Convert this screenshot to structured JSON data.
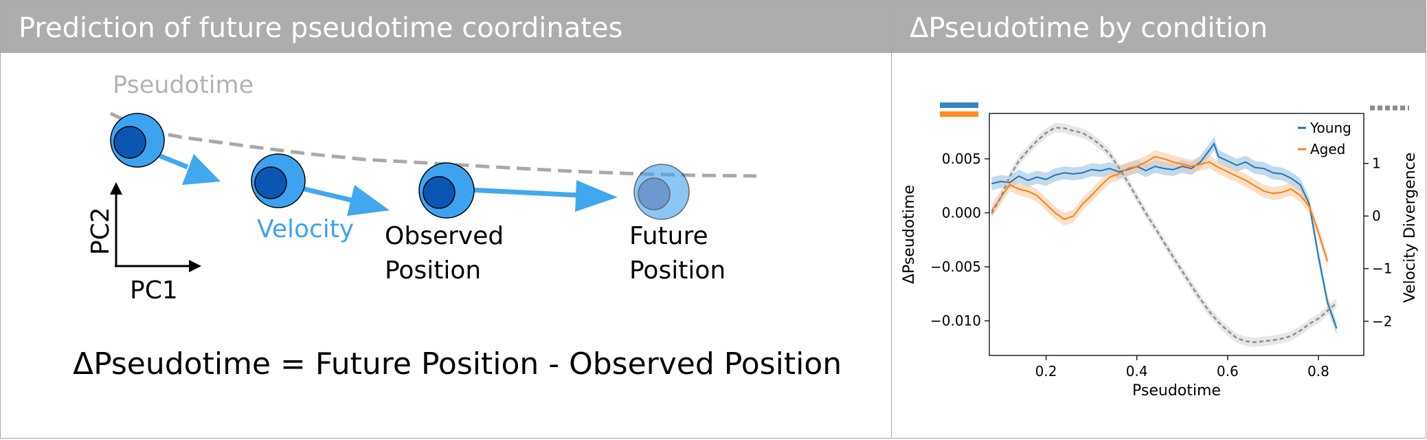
{
  "left_panel": {
    "title": "Prediction of future pseudotime coordinates",
    "labels": {
      "pseudotime": "Pseudotime",
      "velocity": "Velocity",
      "observed_line1": "Observed",
      "observed_line2": "Position",
      "future_line1": "Future",
      "future_line2": "Position",
      "pc1": "PC1",
      "pc2": "PC2"
    },
    "equation": "ΔPseudotime = Future Position - Observed Position",
    "colors": {
      "cell_outer": "#3da3f0",
      "cell_inner": "#0b56b3",
      "arrow": "#41a8ef",
      "guide": "#a9a9a9"
    }
  },
  "right_panel": {
    "title": "ΔPseudotime by condition",
    "chart_data": {
      "type": "line",
      "xlabel": "Pseudotime",
      "ylabel": "ΔPseudotime",
      "y2label": "Velocity Divergence",
      "xlim": [
        0.075,
        0.9
      ],
      "ylim": [
        -0.0132,
        0.0092
      ],
      "y2lim": [
        -2.65,
        1.95
      ],
      "xticks": [
        "0.2",
        "0.4",
        "0.6",
        "0.8"
      ],
      "yticks": [
        "0.005",
        "0.000",
        "−0.005",
        "−0.010"
      ],
      "y2ticks": [
        "1",
        "0",
        "−1",
        "−2"
      ],
      "legend_position": "top-right",
      "series": [
        {
          "name": "Young",
          "color": "#1f77b4",
          "band_color": "#8fbbe0",
          "x": [
            0.08,
            0.1,
            0.12,
            0.14,
            0.16,
            0.18,
            0.2,
            0.22,
            0.24,
            0.26,
            0.28,
            0.3,
            0.32,
            0.34,
            0.36,
            0.38,
            0.4,
            0.42,
            0.44,
            0.46,
            0.48,
            0.5,
            0.52,
            0.54,
            0.56,
            0.57,
            0.58,
            0.6,
            0.62,
            0.64,
            0.66,
            0.68,
            0.7,
            0.72,
            0.74,
            0.76,
            0.78,
            0.8,
            0.82,
            0.84
          ],
          "y": [
            0.0027,
            0.0029,
            0.0028,
            0.0034,
            0.003,
            0.0033,
            0.0031,
            0.0035,
            0.0037,
            0.0036,
            0.0037,
            0.004,
            0.0039,
            0.0041,
            0.0038,
            0.004,
            0.0043,
            0.0039,
            0.0043,
            0.0041,
            0.004,
            0.0043,
            0.0041,
            0.0047,
            0.0058,
            0.0064,
            0.0052,
            0.0048,
            0.0044,
            0.0047,
            0.0042,
            0.0041,
            0.0037,
            0.0036,
            0.0032,
            0.0026,
            0.0008,
            -0.004,
            -0.0083,
            -0.0107
          ]
        },
        {
          "name": "Aged",
          "color": "#ff7f0e",
          "band_color": "#f7c79c",
          "x": [
            0.08,
            0.1,
            0.12,
            0.14,
            0.16,
            0.18,
            0.2,
            0.22,
            0.24,
            0.26,
            0.28,
            0.3,
            0.32,
            0.34,
            0.36,
            0.38,
            0.4,
            0.42,
            0.44,
            0.46,
            0.48,
            0.5,
            0.52,
            0.54,
            0.56,
            0.58,
            0.6,
            0.62,
            0.64,
            0.66,
            0.68,
            0.7,
            0.72,
            0.74,
            0.76,
            0.78,
            0.8,
            0.82
          ],
          "y": [
            0.0002,
            0.0014,
            0.0026,
            0.0022,
            0.002,
            0.0016,
            0.0008,
            0.0,
            -0.0006,
            -0.0003,
            0.0008,
            0.0016,
            0.0025,
            0.0033,
            0.0036,
            0.0041,
            0.0043,
            0.0047,
            0.0052,
            0.005,
            0.0047,
            0.0045,
            0.0043,
            0.0045,
            0.0047,
            0.0042,
            0.0038,
            0.0034,
            0.003,
            0.0025,
            0.002,
            0.0018,
            0.0019,
            0.0022,
            0.0016,
            0.0006,
            -0.0018,
            -0.0045
          ]
        },
        {
          "name": "Velocity Divergence",
          "axis": "right",
          "color": "#8c8c8c",
          "band_color": "#d3d3d3",
          "x": [
            0.08,
            0.1,
            0.12,
            0.14,
            0.16,
            0.18,
            0.2,
            0.22,
            0.24,
            0.26,
            0.28,
            0.3,
            0.32,
            0.34,
            0.36,
            0.38,
            0.4,
            0.42,
            0.44,
            0.46,
            0.48,
            0.5,
            0.52,
            0.54,
            0.56,
            0.58,
            0.6,
            0.62,
            0.64,
            0.66,
            0.68,
            0.7,
            0.72,
            0.74,
            0.76,
            0.78,
            0.8,
            0.82,
            0.84
          ],
          "y": [
            0.05,
            0.35,
            0.75,
            1.05,
            1.25,
            1.43,
            1.58,
            1.68,
            1.67,
            1.62,
            1.58,
            1.48,
            1.35,
            1.18,
            0.92,
            0.65,
            0.35,
            0.05,
            -0.22,
            -0.5,
            -0.78,
            -1.05,
            -1.32,
            -1.58,
            -1.82,
            -2.02,
            -2.18,
            -2.32,
            -2.38,
            -2.4,
            -2.38,
            -2.36,
            -2.33,
            -2.28,
            -2.18,
            -2.05,
            -1.95,
            -1.8,
            -1.65
          ]
        }
      ]
    }
  }
}
